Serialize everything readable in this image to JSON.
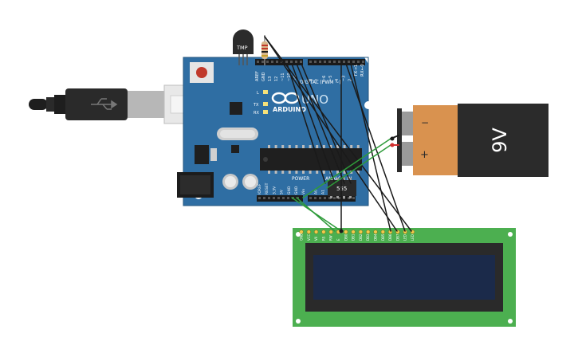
{
  "temp_sensor": {
    "label": "TMP"
  },
  "arduino": {
    "logo_text": "ARDUINO",
    "model_text": "UNO",
    "digital_label": "DIGITAL (PWM ~)",
    "power_label": "POWER",
    "analog_label": "ANALOG IN",
    "tx_label": "TX",
    "rx_label": "RX",
    "l_label": "L",
    "tx_pin_label": "TX→1",
    "rx_pin_label": "RX←0",
    "top_pin_labels": [
      "AREF",
      "GND",
      "13",
      "12",
      "~11",
      "~10",
      "~9",
      "8",
      "7",
      "~6",
      "~5",
      "4",
      "~3",
      "2"
    ],
    "bottom_pin_labels": [
      "IOREF",
      "RESET",
      "3.3V",
      "5V",
      "GND",
      "GND",
      "Vin",
      "A0",
      "A1",
      "A2",
      "A3",
      "A4",
      "A5"
    ]
  },
  "ic": {
    "label": "555"
  },
  "battery": {
    "label": "9V",
    "minus_symbol": "−",
    "plus_symbol": "+"
  },
  "lcd": {
    "pin_labels": [
      "GND",
      "VCC",
      "V0",
      "RS",
      "RW",
      "E",
      "DB0",
      "DB1",
      "DB2",
      "DB3",
      "DB4",
      "DB5",
      "DB6",
      "DB7",
      "LED",
      "LED"
    ]
  },
  "colors": {
    "board": "#2f6ea3",
    "wire_black": "#1a1a1a",
    "wire_green": "#2e9b3a",
    "wire_red": "#d32f2f",
    "lcd_pcb": "#4caf50",
    "lcd_screen": "#1b2a4a",
    "battery_body": "#2b2b2b",
    "battery_label": "#d9924f"
  }
}
